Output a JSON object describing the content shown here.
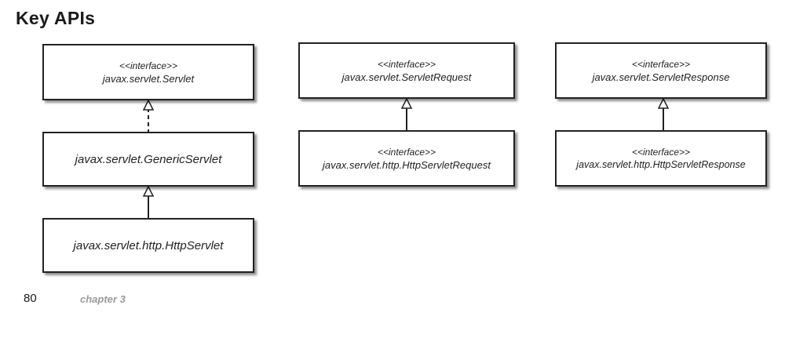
{
  "title": "Key APIs",
  "boxes": {
    "servlet": {
      "stereotype": "<<interface>>",
      "name": "javax.servlet.Servlet"
    },
    "generic_servlet": {
      "name": "javax.servlet.GenericServlet"
    },
    "http_servlet": {
      "name": "javax.servlet.http.HttpServlet"
    },
    "servlet_request": {
      "stereotype": "<<interface>>",
      "name": "javax.servlet.ServletRequest"
    },
    "http_servlet_request": {
      "stereotype": "<<interface>>",
      "name": "javax.servlet.http.HttpServletRequest"
    },
    "servlet_response": {
      "stereotype": "<<interface>>",
      "name": "javax.servlet.ServletResponse"
    },
    "http_servlet_response": {
      "stereotype": "<<interface>>",
      "name": "javax.servlet.http.HttpServletResponse"
    }
  },
  "footer": {
    "page_number": "80",
    "chapter": "chapter 3"
  }
}
